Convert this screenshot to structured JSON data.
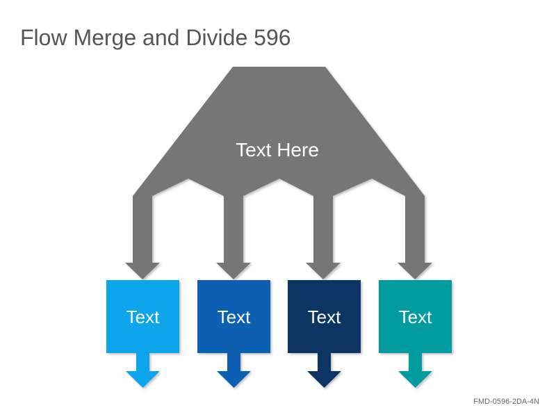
{
  "title": "Flow Merge and Divide 596",
  "hub": {
    "label": "Text Here",
    "color": "#767676"
  },
  "boxes": [
    {
      "label": "Text",
      "color": "#0ea5ec",
      "arrow_color": "#0ea5ec"
    },
    {
      "label": "Text",
      "color": "#0a5fb2",
      "arrow_color": "#0a5fb2"
    },
    {
      "label": "Text",
      "color": "#0a3563",
      "arrow_color": "#0a3563"
    },
    {
      "label": "Text",
      "color": "#009ca0",
      "arrow_color": "#009ca0"
    }
  ],
  "footer_code": "FMD-0596-2DA-4N"
}
